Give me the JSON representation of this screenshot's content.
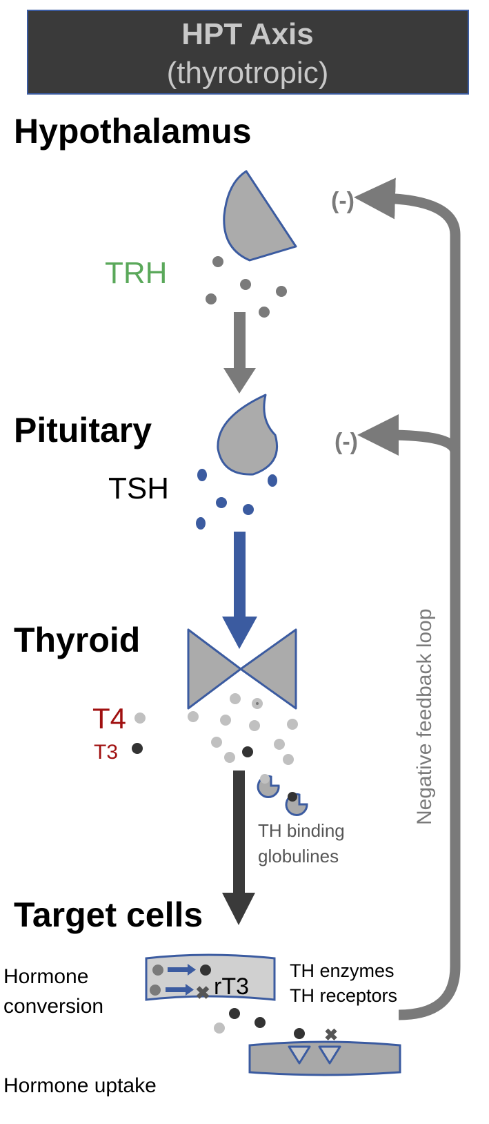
{
  "header": {
    "title": "HPT Axis",
    "subtitle": "(thyrotropic)"
  },
  "stages": {
    "hypothalamus": "Hypothalamus",
    "pituitary": "Pituitary",
    "thyroid": "Thyroid",
    "target": "Target cells"
  },
  "hormones": {
    "trh": "TRH",
    "tsh": "TSH",
    "t4": "T4",
    "t3": "T3",
    "rt3": "rT3"
  },
  "labels": {
    "minus_top": "(-)",
    "minus_mid": "(-)",
    "feedback": "Negative feedback loop",
    "binding_line1": "TH binding",
    "binding_line2": "globulines",
    "enzymes": "TH enzymes",
    "receptors": "TH receptors",
    "conversion_line1": "Hormone",
    "conversion_line2": "conversion",
    "uptake": "Hormone uptake"
  },
  "colors": {
    "header_bg": "#3a3a3a",
    "header_border": "#3b5ba0",
    "organ_fill": "#ababab",
    "organ_stroke": "#3b5ba0",
    "trh_green": "#5aa85a",
    "tsh_blue": "#3b5ba0",
    "thyroid_red": "#a01010",
    "feedback_gray": "#7a7a7a",
    "dark_arrow": "#3a3a3a"
  }
}
